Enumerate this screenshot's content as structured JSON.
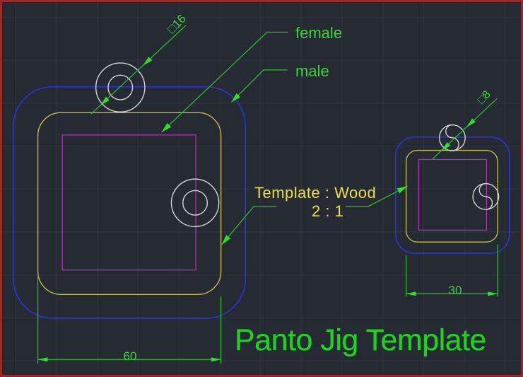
{
  "drawing": {
    "title": "Panto Jig Template",
    "note": {
      "line1": "Template : Wood",
      "line2": "2 : 1"
    },
    "callouts": {
      "female": "female",
      "male": "male"
    },
    "dimensions": {
      "large_width": "60",
      "small_width": "30",
      "large_hole": "□16",
      "small_hole": "□8"
    },
    "colors": {
      "male_outline_blue": "#2b35d8",
      "mid_outline_yellow": "#c3b94e",
      "female_outline_magenta": "#b52fb5",
      "guide_circle_gray": "#d6d6d6",
      "annotation_green": "#2dbb2d",
      "note_text_yellow": "#e9e04a",
      "title_green": "#1fd31f",
      "background": "#252a33",
      "frame_red": "#9b2727"
    }
  }
}
